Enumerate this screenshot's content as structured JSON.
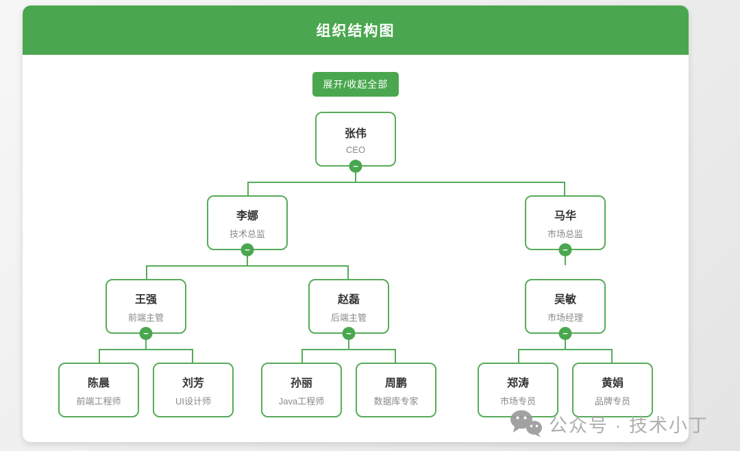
{
  "accent_color": "#4aa74f",
  "line_color": "#55ab58",
  "header": {
    "title": "组织结构图"
  },
  "toolbar": {
    "toggle_all_label": "展开/收起全部"
  },
  "ui": {
    "collapse_glyph": "−"
  },
  "org": {
    "name": "张伟",
    "title": "CEO",
    "children": [
      {
        "name": "李娜",
        "title": "技术总监",
        "children": [
          {
            "name": "王强",
            "title": "前端主管",
            "children": [
              {
                "name": "陈晨",
                "title": "前端工程师"
              },
              {
                "name": "刘芳",
                "title": "UI设计师"
              }
            ]
          },
          {
            "name": "赵磊",
            "title": "后端主管",
            "children": [
              {
                "name": "孙丽",
                "title": "Java工程师"
              },
              {
                "name": "周鹏",
                "title": "数据库专家"
              }
            ]
          }
        ]
      },
      {
        "name": "马华",
        "title": "市场总监",
        "children": [
          {
            "name": "吴敏",
            "title": "市场经理",
            "children": [
              {
                "name": "郑涛",
                "title": "市场专员"
              },
              {
                "name": "黄娟",
                "title": "品牌专员"
              }
            ]
          }
        ]
      }
    ]
  },
  "watermark": {
    "text": "公众号 · 技术小丁",
    "icon": "wechat-icon",
    "color": "#a9a9a9"
  }
}
